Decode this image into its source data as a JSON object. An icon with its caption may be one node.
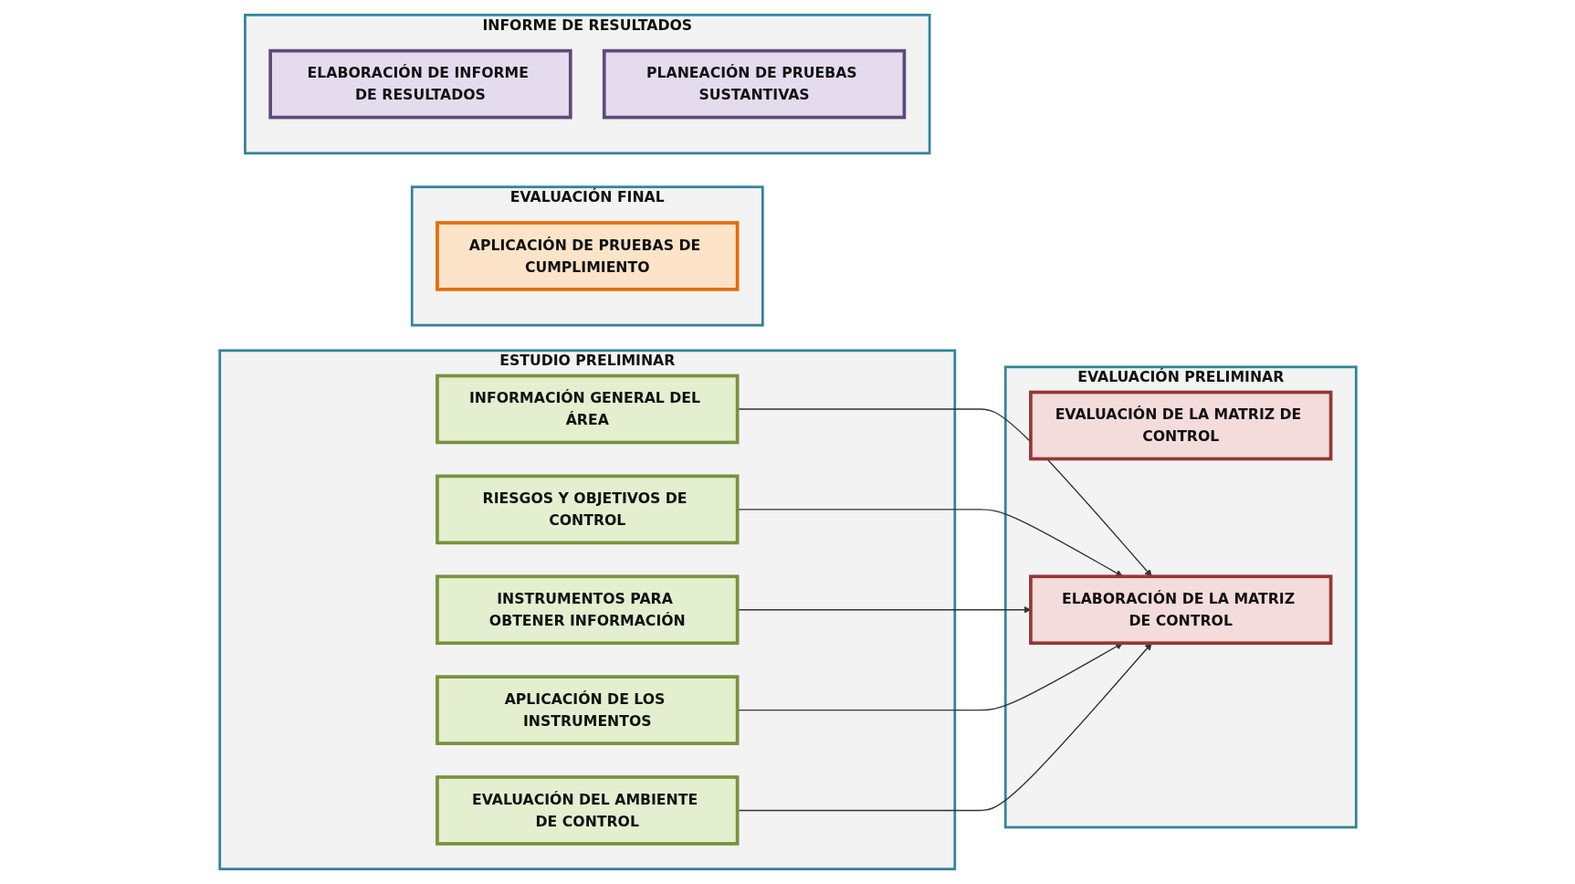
{
  "diagram": {
    "nodes": [
      {
        "text": [
          "ESTUDIO PRELIMINAR"
        ]
      },
      {
        "text": [
          "INFORMACIÓN GENERAL DEL ÁREA"
        ],
        "in": 0
      },
      {
        "text": [
          "RIESGOS Y OBJETIVOS DE CONTROL"
        ],
        "in": 0
      },
      {
        "text": [
          "INSTRUMENTOS PARA OBTENER INFORMACIÓN"
        ],
        "in": 0
      },
      {
        "text": [
          "APLICACIÓN DE LOS INSTRUMENTOS"
        ],
        "in": 0
      },
      {
        "text": [
          "EVALUACIÓN DEL AMBIENTE DE CONTROL"
        ],
        "in": 0
      },
      {
        "text": [
          "EVALUACIÓN PRELIMINAR"
        ]
      },
      {
        "text": [
          "ELABORACIÓN DE LA MATRIZ DE CONTROL"
        ],
        "in": 6
      },
      {
        "text": [
          "EVALUACIÓN DE LA MATRIZ DE CONTROL"
        ],
        "in": 6
      },
      {
        "text": [
          "EVALUACIÓN FINAL"
        ]
      },
      {
        "text": [
          "APLICACIÓN DE PRUEBAS DE CUMPLIMIENTO"
        ],
        "in": 9
      },
      {
        "text": [
          "INFORME DE RESULTADOS"
        ]
      },
      {
        "text": [
          "ELABORACIÓN DE INFORME DE RESULTADOS"
        ],
        "in": 11
      },
      {
        "text": [
          "PLANEACIÓN DE PRUEBAS SUSTANTIVAS"
        ],
        "in": 11
      }
    ],
    "edges": [
      {
        "from": 1,
        "to": 7,
        "arrow": "to"
      },
      {
        "from": 2,
        "to": 7,
        "arrow": "to"
      },
      {
        "from": 3,
        "to": 7,
        "arrow": "to"
      },
      {
        "from": 4,
        "to": 7,
        "arrow": "to"
      },
      {
        "from": 5,
        "to": 7,
        "arrow": "to"
      }
    ]
  }
}
